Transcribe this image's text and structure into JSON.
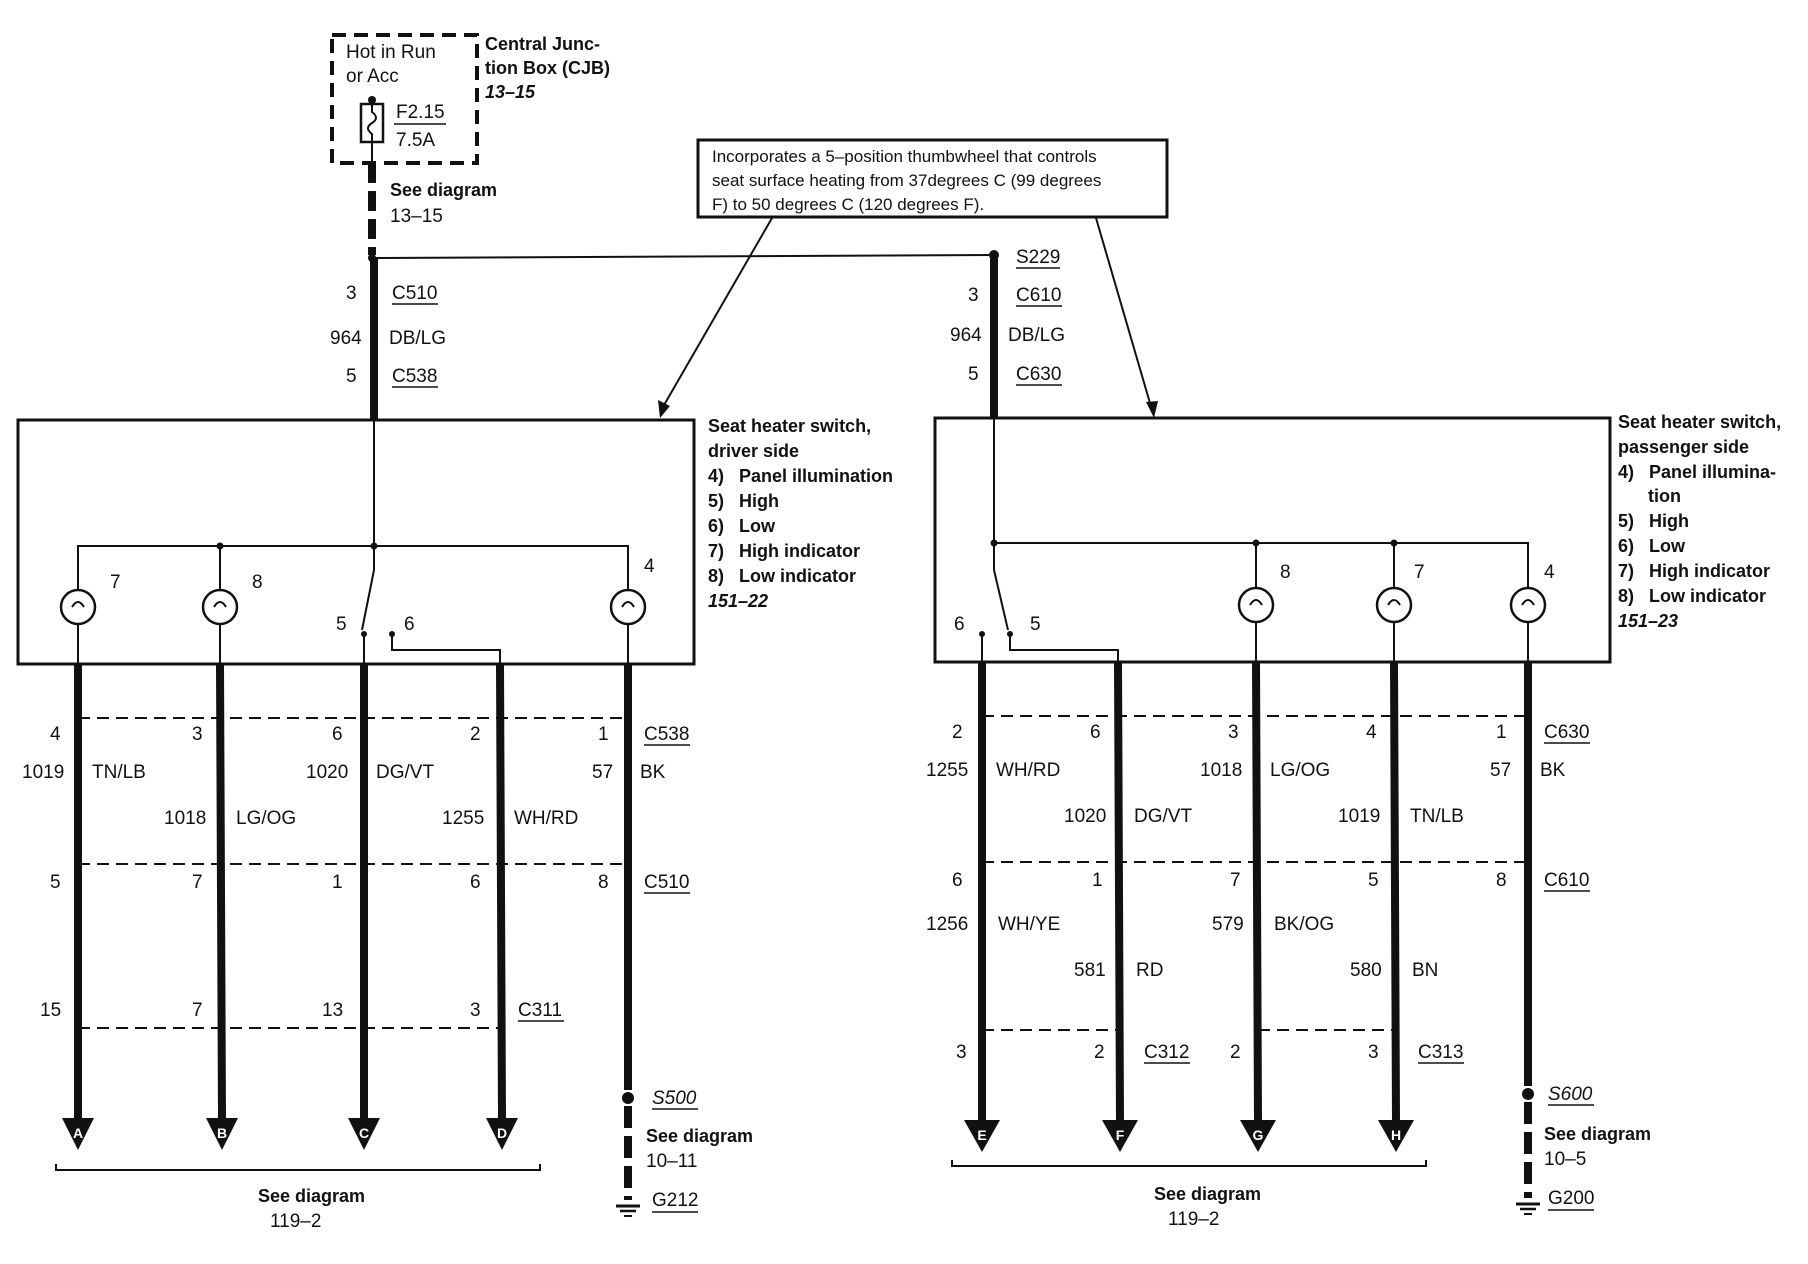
{
  "cjb": {
    "hot_line1": "Hot in Run",
    "hot_line2": "or Acc",
    "title_line1": "Central Junc-",
    "title_line2": "tion Box (CJB)",
    "ref": "13–15",
    "fuse_id": "F2.15",
    "fuse_rating": "7.5A",
    "see_label": "See diagram",
    "see_ref": "13–15"
  },
  "note": {
    "line1": "Incorporates a 5–position thumbwheel that controls",
    "line2": "seat surface heating from 37degrees C (99 degrees",
    "line3": "F) to 50 degrees C (120 degrees F)."
  },
  "driver": {
    "feed": {
      "c_top_pin": "3",
      "c_top": "C510",
      "circuit": "964",
      "color": "DB/LG",
      "c_bot_pin": "5",
      "c_bot": "C538"
    },
    "title_line1": "Seat heater switch,",
    "title_line2": "driver side",
    "legend": [
      "4)   Panel illumination",
      "5)   High",
      "6)   Low",
      "7)   High indicator",
      "8)   Low indicator"
    ],
    "ref": "151–22",
    "lamp_labels": [
      "7",
      "8",
      "4"
    ],
    "switch_labels": [
      "5",
      "6"
    ],
    "c538_pins": [
      "4",
      "3",
      "6",
      "2",
      "1"
    ],
    "c538_label": "C538",
    "wires_upper": [
      {
        "circuit": "1019",
        "color": "TN/LB"
      },
      {
        "circuit": "1018",
        "color": "LG/OG"
      },
      {
        "circuit": "1020",
        "color": "DG/VT"
      },
      {
        "circuit": "1255",
        "color": "WH/RD"
      },
      {
        "circuit": "57",
        "color": "BK"
      }
    ],
    "c510_pins": [
      "5",
      "7",
      "1",
      "6",
      "8"
    ],
    "c510_label": "C510",
    "c311_pins": [
      "15",
      "7",
      "13",
      "3"
    ],
    "c311_label": "C311",
    "splice": "S500",
    "ground_see_label": "See diagram",
    "ground_see_ref": "10–11",
    "ground": "G212",
    "arrows": [
      "A",
      "B",
      "C",
      "D"
    ],
    "bottom_see_label": "See diagram",
    "bottom_see_ref": "119–2"
  },
  "passenger": {
    "splice_top": "S229",
    "feed": {
      "c_top_pin": "3",
      "c_top": "C610",
      "circuit": "964",
      "color": "DB/LG",
      "c_bot_pin": "5",
      "c_bot": "C630"
    },
    "title_line1": "Seat heater switch,",
    "title_line2": "passenger side",
    "legend": [
      "4)   Panel illumina-",
      "      tion",
      "5)   High",
      "6)   Low",
      "7)   High indicator",
      "8)   Low indicator"
    ],
    "ref": "151–23",
    "lamp_labels": [
      "8",
      "7",
      "4"
    ],
    "switch_labels": [
      "6",
      "5"
    ],
    "c630_pins": [
      "2",
      "6",
      "3",
      "4",
      "1"
    ],
    "c630_label": "C630",
    "wires_upper": [
      {
        "circuit": "1255",
        "color": "WH/RD"
      },
      {
        "circuit": "1020",
        "color": "DG/VT"
      },
      {
        "circuit": "1018",
        "color": "LG/OG"
      },
      {
        "circuit": "1019",
        "color": "TN/LB"
      },
      {
        "circuit": "57",
        "color": "BK"
      }
    ],
    "c610_pins": [
      "6",
      "1",
      "7",
      "5",
      "8"
    ],
    "c610_label": "C610",
    "wires_lower": [
      {
        "circuit": "1256",
        "color": "WH/YE"
      },
      {
        "circuit": "581",
        "color": "RD"
      },
      {
        "circuit": "579",
        "color": "BK/OG"
      },
      {
        "circuit": "580",
        "color": "BN"
      }
    ],
    "c312_pins": [
      "3",
      "2"
    ],
    "c312_label": "C312",
    "c313_pins": [
      "2",
      "3"
    ],
    "c313_label": "C313",
    "splice": "S600",
    "ground_see_label": "See diagram",
    "ground_see_ref": "10–5",
    "ground": "G200",
    "arrows": [
      "E",
      "F",
      "G",
      "H"
    ],
    "bottom_see_label": "See diagram",
    "bottom_see_ref": "119–2"
  }
}
